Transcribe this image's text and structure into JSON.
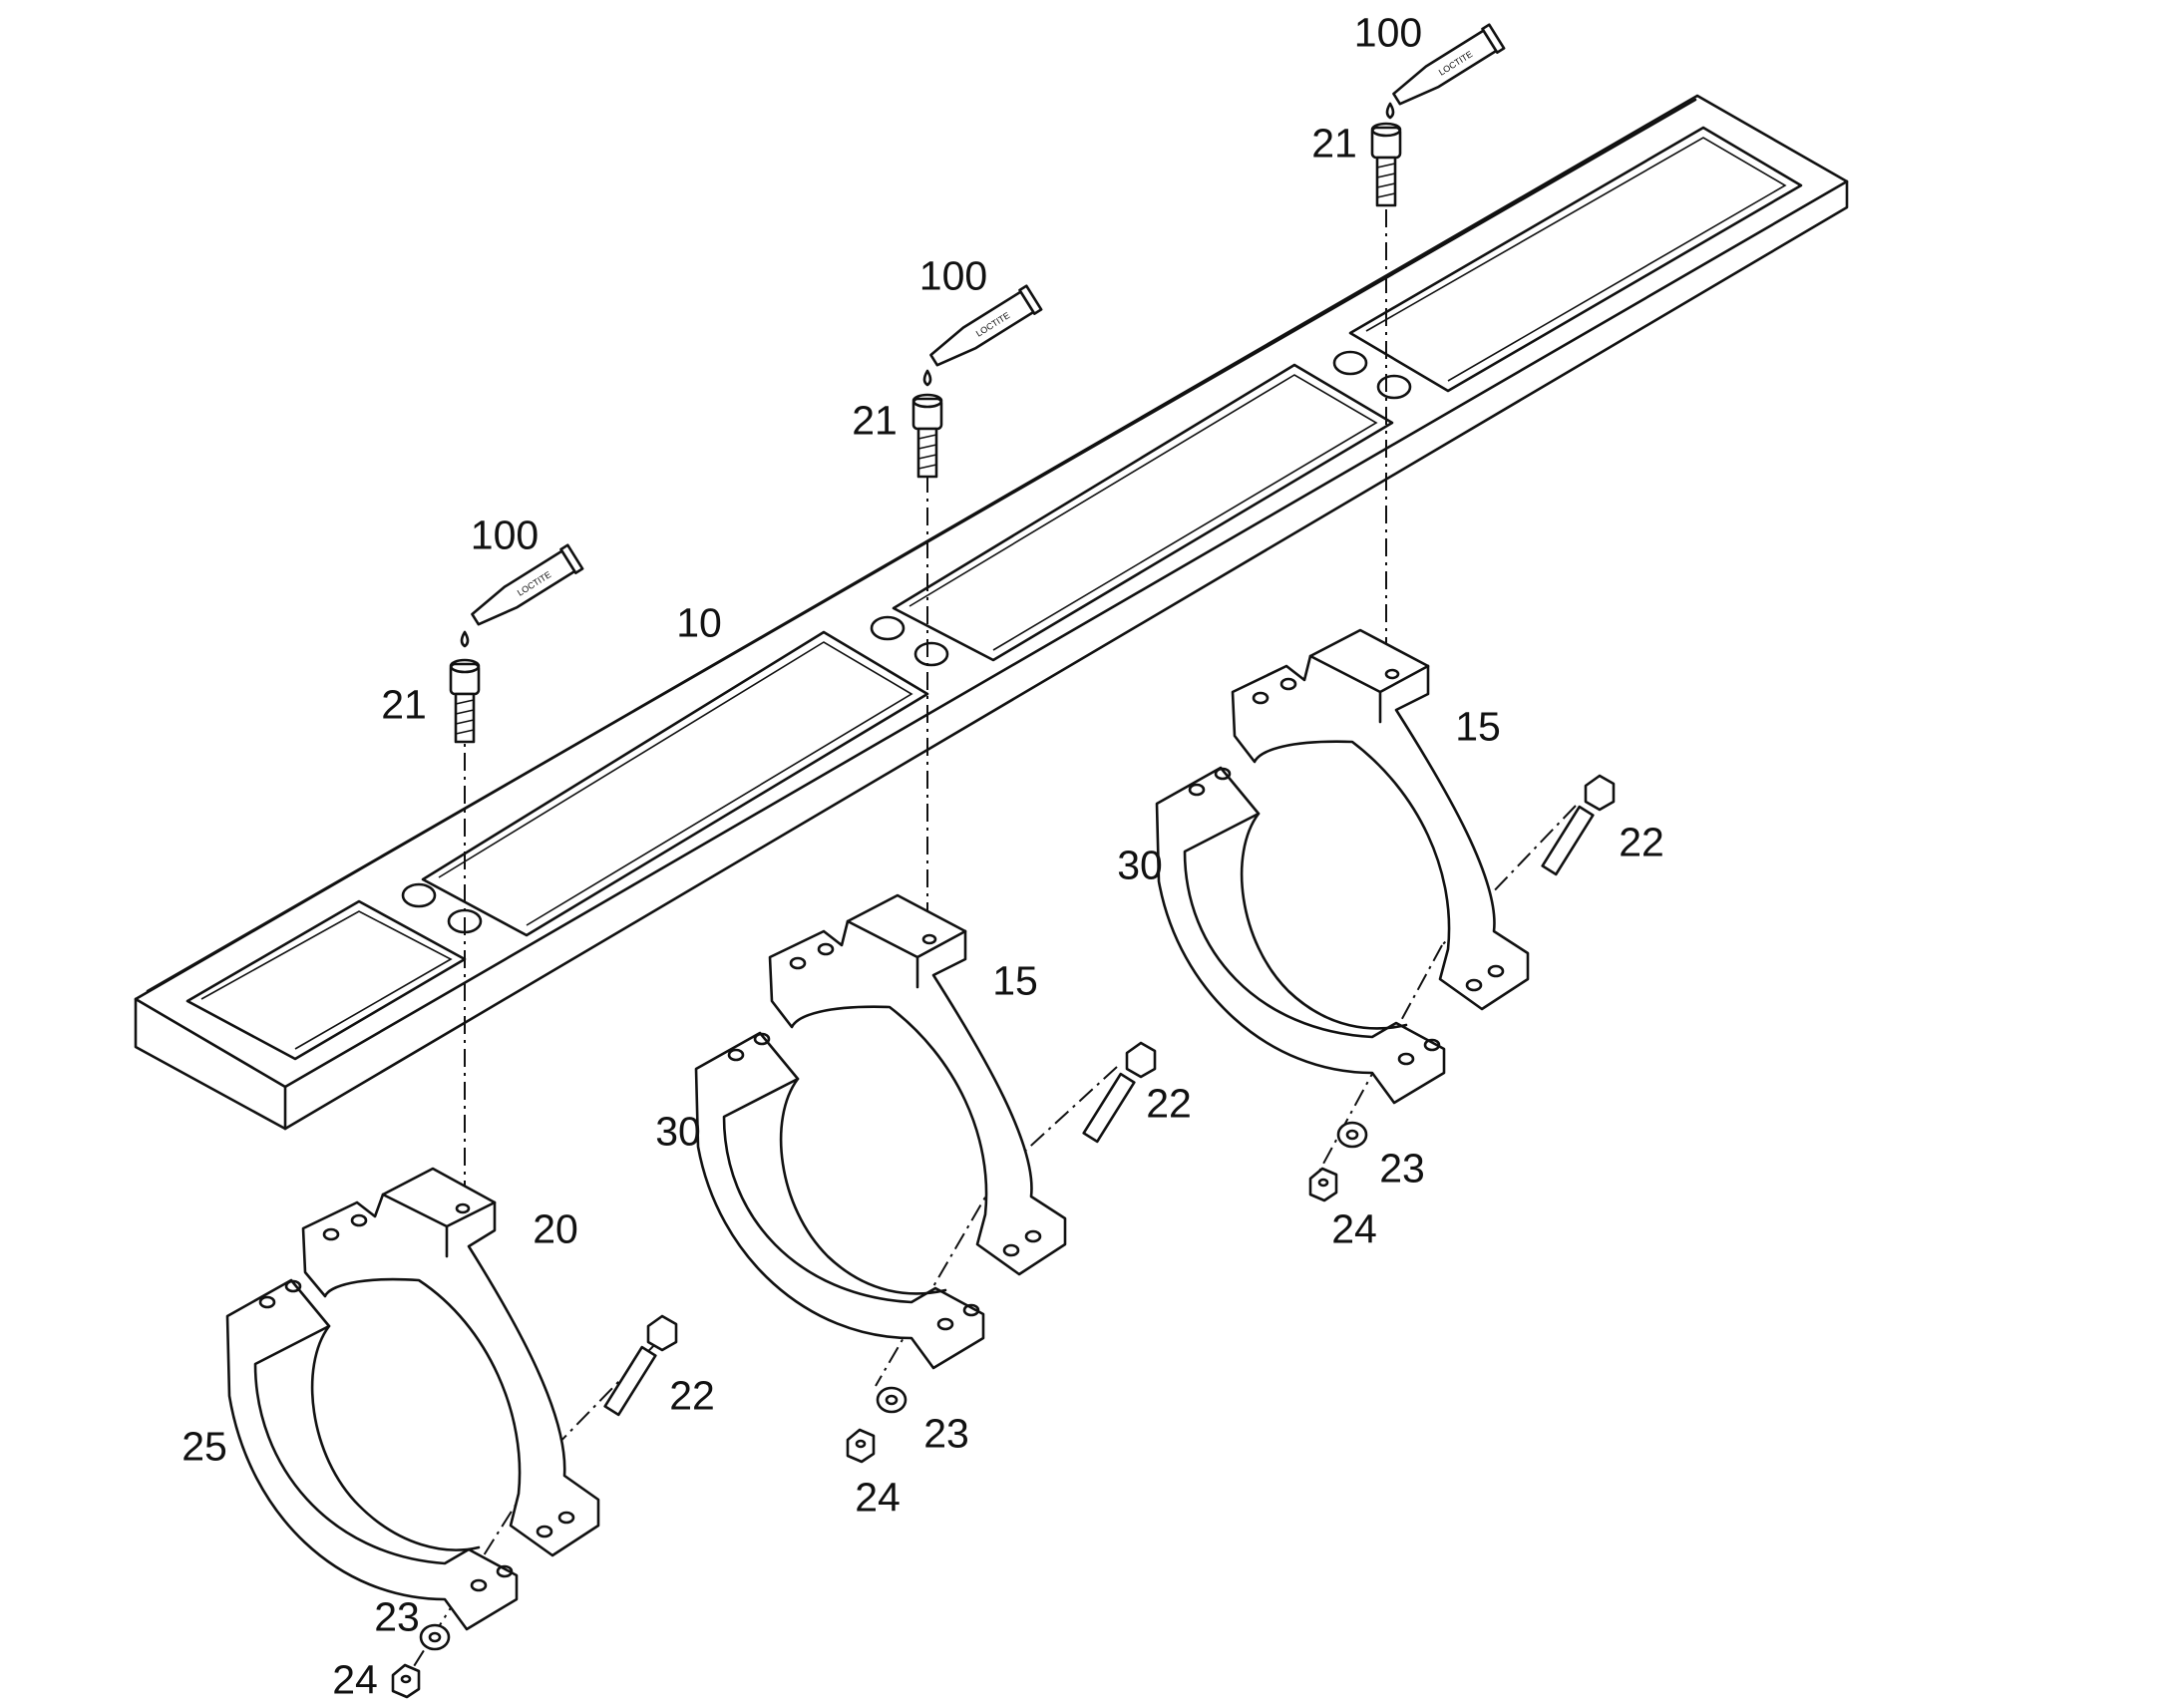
{
  "diagram": {
    "callouts": {
      "frame": "10",
      "bracket_upper": "15",
      "bracket_lower_left": "20",
      "cap_left": "25",
      "cap": "30",
      "socket_screw": "21",
      "hex_bolt": "22",
      "washer": "23",
      "nut": "24",
      "adhesive": "100"
    },
    "adhesive_tube_brand": "LOCTITE"
  }
}
